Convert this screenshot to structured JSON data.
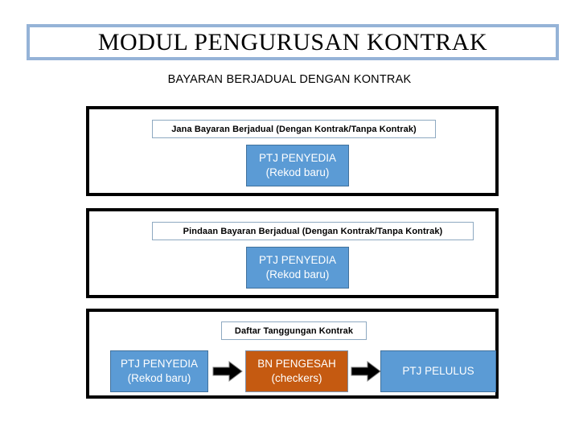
{
  "title": {
    "text": "MODUL PENGURUSAN KONTRAK"
  },
  "subtitle": {
    "text": "BAYARAN BERJADUAL DENGAN KONTRAK"
  },
  "colors": {
    "title_border": "#95B3D7",
    "section_border": "#000000",
    "caption_border": "#8EA9C1",
    "box_blue": "#5B9BD5",
    "box_blue_border": "#41719C",
    "box_orange": "#C55A11",
    "arrow_fill": "#000000",
    "text_on_box": "#FFFFFF"
  },
  "sections": [
    {
      "caption": "Jana Bayaran Berjadual (Dengan Kontrak/Tanpa Kontrak)",
      "boxes": [
        {
          "line1": "PTJ PENYEDIA",
          "line2": "(Rekod baru)",
          "color": "blue"
        }
      ]
    },
    {
      "caption": "Pindaan Bayaran Berjadual (Dengan Kontrak/Tanpa Kontrak)",
      "boxes": [
        {
          "line1": "PTJ PENYEDIA",
          "line2": "(Rekod baru)",
          "color": "blue"
        }
      ]
    },
    {
      "caption": "Daftar Tanggungan Kontrak",
      "boxes": [
        {
          "line1": "PTJ PENYEDIA",
          "line2": "(Rekod baru)",
          "color": "blue"
        },
        {
          "line1": "BN PENGESAH",
          "line2": "(checkers)",
          "color": "orange"
        },
        {
          "line1": "PTJ PELULUS",
          "line2": "",
          "color": "blue"
        }
      ],
      "arrows": [
        {
          "name": "right-arrow-icon",
          "direction": "right"
        },
        {
          "name": "right-arrow-icon",
          "direction": "right"
        }
      ]
    }
  ]
}
